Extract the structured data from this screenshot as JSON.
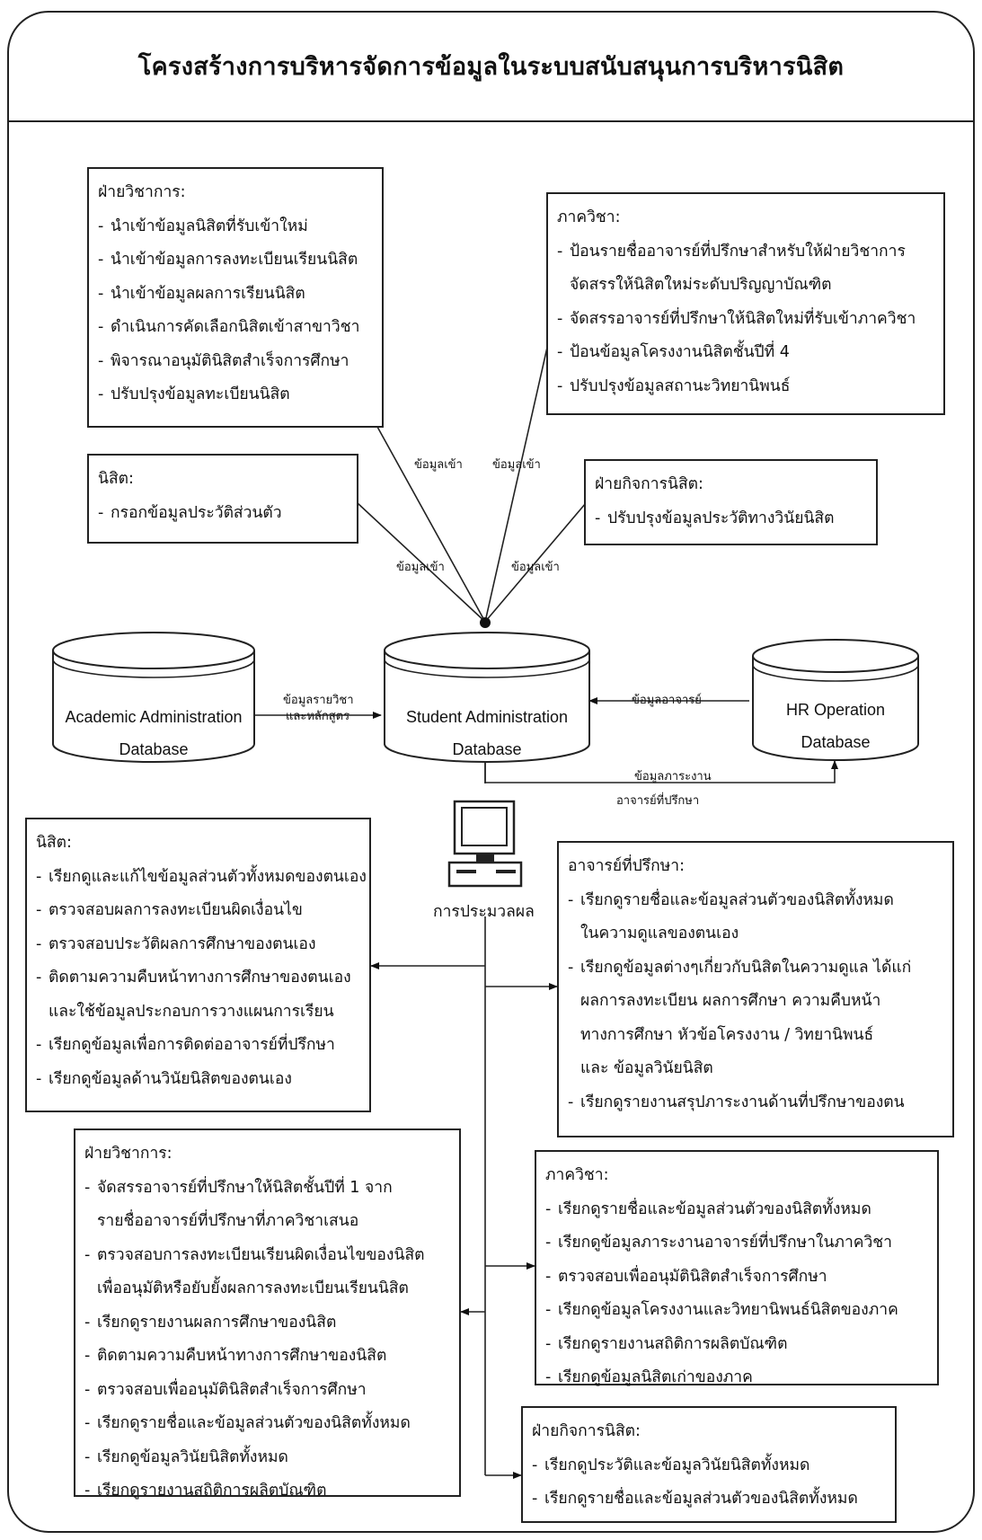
{
  "title": "โครงสร้างการบริหารจัดการข้อมูลในระบบสนับสนุนการบริหารนิสิต",
  "input_boxes": {
    "academic_affairs": {
      "heading": "ฝ่ายวิชาการ:",
      "items": [
        "นำเข้าข้อมูลนิสิตที่รับเข้าใหม่",
        "นำเข้าข้อมูลการลงทะเบียนเรียนนิสิต",
        "นำเข้าข้อมูลผลการเรียนนิสิต",
        "ดำเนินการคัดเลือกนิสิตเข้าสาขาวิชา",
        "พิจารณาอนุมัตินิสิตสำเร็จการศึกษา",
        "ปรับปรุงข้อมูลทะเบียนนิสิต"
      ]
    },
    "department": {
      "heading": "ภาควิชา:",
      "items": [
        [
          "ป้อนรายชื่ออาจารย์ที่ปรึกษาสำหรับให้ฝ่ายวิชาการ",
          "จัดสรรให้นิสิตใหม่ระดับปริญญาบัณฑิต"
        ],
        [
          "จัดสรรอาจารย์ที่ปรึกษาให้นิสิตใหม่ที่รับเข้าภาควิชา"
        ],
        [
          "ป้อนข้อมูลโครงงานนิสิตชั้นปีที่ 4"
        ],
        [
          "ปรับปรุงข้อมูลสถานะวิทยานิพนธ์"
        ]
      ]
    },
    "student": {
      "heading": "นิสิต:",
      "items": [
        "กรอกข้อมูลประวัติส่วนตัว"
      ]
    },
    "student_affairs": {
      "heading": "ฝ่ายกิจการนิสิต:",
      "items": [
        "ปรับปรุงข้อมูลประวัติทางวินัยนิสิต"
      ]
    }
  },
  "flow_labels": {
    "data_in_1": "ข้อมูลเข้า",
    "data_in_2": "ข้อมูลเข้า",
    "data_in_3": "ข้อมูลเข้า",
    "data_in_4": "ข้อมูลเข้า",
    "course_data_1": "ข้อมูลรายวิชา",
    "course_data_2": "และหลักสูตร",
    "instructor_data": "ข้อมูลอาจารย์",
    "workload_1": "ข้อมูลภาระงาน",
    "workload_2": "อาจารย์ที่ปรึกษา"
  },
  "databases": {
    "academic": [
      "Academic Administration",
      "Database"
    ],
    "student": [
      "Student Administration",
      "Database"
    ],
    "hr": [
      "HR Operation",
      "Database"
    ]
  },
  "processing_label": "การประมวลผล",
  "output_boxes": {
    "student": {
      "heading": "นิสิต:",
      "items": [
        [
          "เรียกดูและแก้ไขข้อมูลส่วนตัวทั้งหมดของตนเอง"
        ],
        [
          "ตรวจสอบผลการลงทะเบียนผิดเงื่อนไข"
        ],
        [
          "ตรวจสอบประวัติผลการศึกษาของตนเอง"
        ],
        [
          "ติดตามความคืบหน้าทางการศึกษาของตนเอง",
          "และใช้ข้อมูลประกอบการวางแผนการเรียน"
        ],
        [
          "เรียกดูข้อมูลเพื่อการติดต่ออาจารย์ที่ปรึกษา"
        ],
        [
          "เรียกดูข้อมูลด้านวินัยนิสิตของตนเอง"
        ]
      ]
    },
    "advisor": {
      "heading": "อาจารย์ที่ปรึกษา:",
      "items": [
        [
          "เรียกดูรายชื่อและข้อมูลส่วนตัวของนิสิตทั้งหมด",
          "ในความดูแลของตนเอง"
        ],
        [
          "เรียกดูข้อมูลต่างๆเกี่ยวกับนิสิตในความดูแล ได้แก่",
          "ผลการลงทะเบียน ผลการศึกษา  ความคืบหน้า",
          "ทางการศึกษา หัวข้อโครงงาน / วิทยานิพนธ์",
          "และ ข้อมูลวินัยนิสิต"
        ],
        [
          "เรียกดูรายงานสรุปภาระงานด้านที่ปรึกษาของตน"
        ]
      ]
    },
    "academic_affairs": {
      "heading": "ฝ่ายวิชาการ:",
      "items": [
        [
          "จัดสรรอาจารย์ที่ปรึกษาให้นิสิตชั้นปีที่ 1 จาก",
          "รายชื่ออาจารย์ที่ปรึกษาที่ภาควิชาเสนอ"
        ],
        [
          "ตรวจสอบการลงทะเบียนเรียนผิดเงื่อนไขของนิสิต",
          "เพื่ออนุมัติหรือยับยั้งผลการลงทะเบียนเรียนนิสิต"
        ],
        [
          "เรียกดูรายงานผลการศึกษาของนิสิต"
        ],
        [
          "ติดตามความคืบหน้าทางการศึกษาของนิสิต"
        ],
        [
          "ตรวจสอบเพื่ออนุมัตินิสิตสำเร็จการศึกษา"
        ],
        [
          "เรียกดูรายชื่อและข้อมูลส่วนตัวของนิสิตทั้งหมด"
        ],
        [
          "เรียกดูข้อมูลวินัยนิสิตทั้งหมด"
        ],
        [
          "เรียกดูรายงานสถิติการผลิตบัณฑิต"
        ]
      ]
    },
    "department": {
      "heading": "ภาควิชา:",
      "items": [
        [
          "เรียกดูรายชื่อและข้อมูลส่วนตัวของนิสิตทั้งหมด"
        ],
        [
          "เรียกดูข้อมูลภาระงานอาจารย์ที่ปรึกษาในภาควิชา"
        ],
        [
          "ตรวจสอบเพื่ออนุมัตินิสิตสำเร็จการศึกษา"
        ],
        [
          "เรียกดูข้อมูลโครงงานและวิทยานิพนธ์นิสิตของภาค"
        ],
        [
          "เรียกดูรายงานสถิติการผลิตบัณฑิต"
        ],
        [
          "เรียกดูข้อมูลนิสิตเก่าของภาค"
        ]
      ]
    },
    "student_affairs": {
      "heading": "ฝ่ายกิจการนิสิต:",
      "items": [
        [
          "เรียกดูประวัติและข้อมูลวินัยนิสิตทั้งหมด"
        ],
        [
          "เรียกดูรายชื่อและข้อมูลส่วนตัวของนิสิตทั้งหมด"
        ]
      ]
    }
  }
}
